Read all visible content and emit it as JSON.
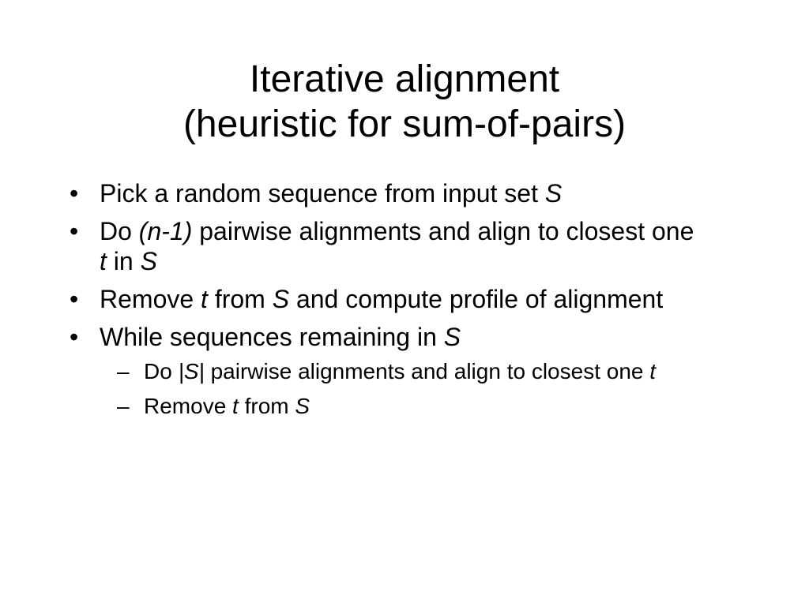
{
  "slide": {
    "title_line1": "Iterative alignment",
    "title_line2": "(heuristic for sum-of-pairs)",
    "bullet_marker": "•",
    "sub_marker": "–",
    "bullets": [
      {
        "t1": "Pick a random sequence from input set ",
        "t2": "S"
      },
      {
        "t1": "Do ",
        "t2": "(n-1)",
        "t3": " pairwise alignments and align to closest one ",
        "t4": "t",
        "t5": " in ",
        "t6": "S"
      },
      {
        "t1": "Remove ",
        "t2": "t",
        "t3": " from ",
        "t4": "S",
        "t5": " and compute profile of alignment"
      },
      {
        "t1": "While sequences remaining in ",
        "t2": "S"
      }
    ],
    "subbullets": [
      {
        "t1": "Do ",
        "t2": "|S|",
        "t3": " pairwise alignments and align to closest one ",
        "t4": "t"
      },
      {
        "t1": "Remove ",
        "t2": "t",
        "t3": " from ",
        "t4": "S"
      }
    ]
  }
}
